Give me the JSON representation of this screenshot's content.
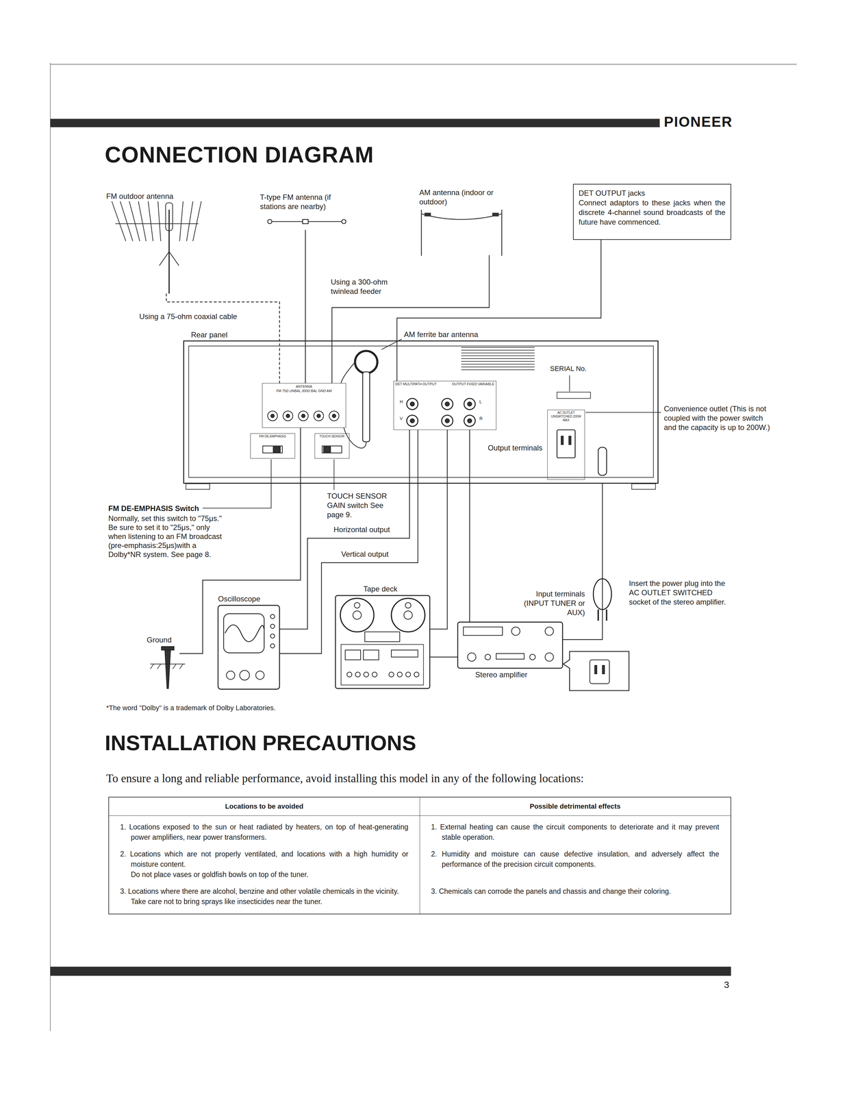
{
  "diagram": {
    "title": "CONNECTION DIAGRAM",
    "nodes": [
      {
        "text": [
          "FM outdoor antenna"
        ]
      },
      {
        "text": [
          "T-type FM antenna (if stations are nearby)"
        ]
      },
      {
        "text": [
          "AM antenna (indoor or outdoor)"
        ]
      },
      {
        "text": [
          "DET OUTPUT jacks",
          "Connect adaptors to these jacks when the discrete 4-channel sound broadcasts of the future have commenced."
        ]
      },
      {
        "text": [
          "Rear panel"
        ]
      },
      {
        "text": [
          "ANTENNA",
          "FM 75Ω UNBAL 300Ω BAL GND AM"
        ],
        "in": 4
      },
      {
        "text": [
          "FM DE-EMPHASIS"
        ],
        "in": 4
      },
      {
        "text": [
          "TOUCH SENSOR"
        ],
        "in": 4
      },
      {
        "text": [
          "DET MULTIPATH OUTPUT",
          "OUTPUT FIXED VARIABLE"
        ],
        "in": 4
      },
      {
        "text": [
          "AC OUTLET UNSWITCHED 200W MAX"
        ],
        "in": 4
      },
      {
        "text": [
          "Oscilloscope"
        ]
      },
      {
        "text": [
          "Ground"
        ]
      },
      {
        "text": [
          "Tape deck"
        ]
      },
      {
        "text": [
          "Stereo amplifier"
        ]
      }
    ],
    "edges": [
      {
        "from": 0,
        "to": 5,
        "label": "Using a 75-ohm coaxial cable",
        "arrow": "none"
      },
      {
        "from": 1,
        "to": 5,
        "label": "Using a 300-ohm twinlead feeder",
        "arrow": "none"
      },
      {
        "from": 2,
        "to": 5,
        "arrow": "none"
      },
      {
        "from": 3,
        "to": 8,
        "arrow": "none"
      },
      {
        "from": 11,
        "to": 5,
        "arrow": "none"
      },
      {
        "from": 8,
        "to": 10,
        "label": "Horizontal output",
        "arrow": "none"
      },
      {
        "from": 8,
        "to": 10,
        "label": "Vertical output",
        "arrow": "none"
      },
      {
        "from": 8,
        "to": 12,
        "arrow": "none"
      },
      {
        "from": 8,
        "to": 13,
        "arrow": "none"
      },
      {
        "from": 12,
        "to": 13,
        "arrow": "none"
      },
      {
        "from": 4,
        "to": 13,
        "arrow": "none"
      }
    ],
    "labels": [
      "PIONEER",
      "AM ferrite bar antenna",
      "SERIAL No.",
      "H",
      "V",
      "L",
      "R",
      "Output terminals",
      "Convenience outlet (This is not coupled with the power switch and the capacity is up to 200W.)",
      "TOUCH SENSOR GAIN switch See page 9.",
      "FM DE-EMPHASIS Switch",
      "Normally, set this switch to \"75μs.\" Be sure to set it to \"25μs,\" only when listening to an FM broadcast (pre-emphasis:25μs)with a Dolby*NR system. See page 8.",
      "Input terminals (INPUT TUNER or AUX)",
      "Insert the power plug into the AC OUTLET SWITCHED socket of the stereo amplifier.",
      "*The word \"Dolby\" is a trademark of Dolby Laboratories.",
      "INSTALLATION PRECAUTIONS",
      "To ensure a long and reliable performance, avoid installing this model in any of the following locations:",
      "Locations to be avoided",
      "Possible detrimental effects",
      "1. Locations exposed to the sun or heat radiated by heaters, on top of heat-generating power amplifiers, near power transformers.",
      "2. Locations which are not properly ventilated, and locations with a high humidity or moisture content.",
      "Do not place vases or goldfish bowls on top of the tuner.",
      "3. Locations where there are alcohol, benzine and other volatile chemicals in the vicinity.",
      "Take care not to bring sprays like insecticides near the tuner.",
      "1. External heating can cause the circuit components to deteriorate and it may prevent stable operation.",
      "2. Humidity and moisture can cause defective insulation, and adversely affect the performance of the precision circuit components.",
      "3. Chemicals can corrode the panels and chassis and change their coloring.",
      "3"
    ]
  }
}
